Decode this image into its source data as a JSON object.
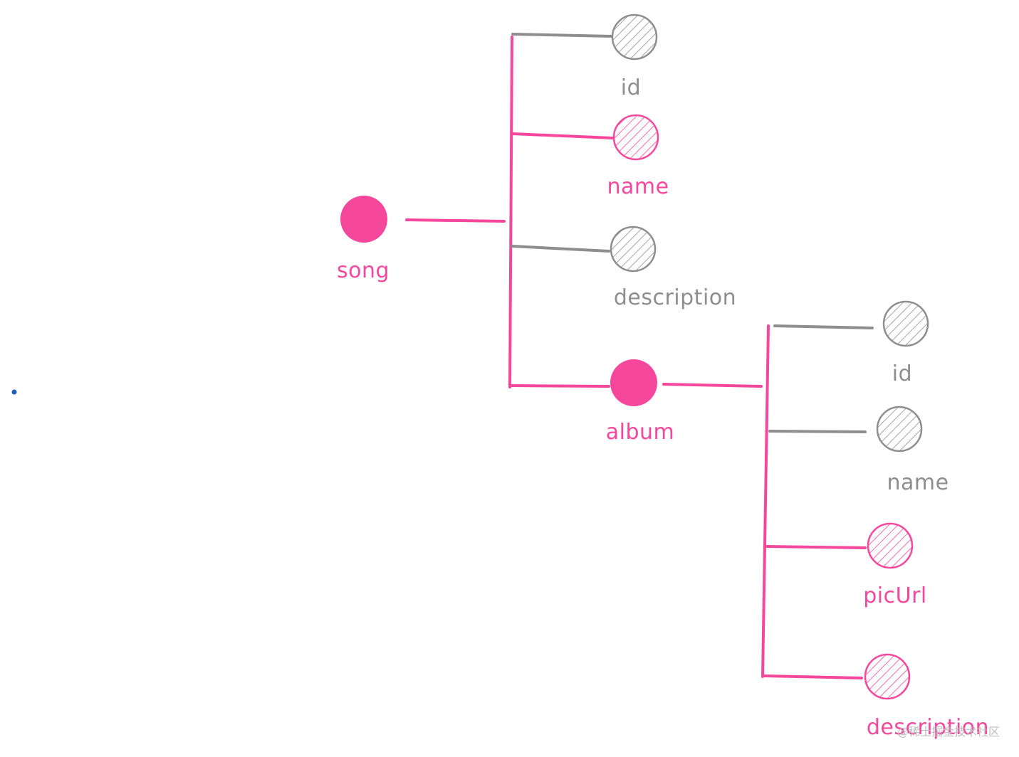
{
  "colors": {
    "pink": "#f5489d",
    "gray": "#8e8e8e",
    "bullet": "#1f5fb3",
    "watermark": "#bdbdbd"
  },
  "nodes": {
    "song": {
      "label": "song",
      "style": "filled",
      "color": "pink"
    },
    "song_id": {
      "label": "id",
      "style": "hatched",
      "color": "gray"
    },
    "song_name": {
      "label": "name",
      "style": "hatched",
      "color": "pink"
    },
    "song_description": {
      "label": "description",
      "style": "hatched",
      "color": "gray"
    },
    "album": {
      "label": "album",
      "style": "filled",
      "color": "pink"
    },
    "album_id": {
      "label": "id",
      "style": "hatched",
      "color": "gray"
    },
    "album_name": {
      "label": "name",
      "style": "hatched",
      "color": "gray"
    },
    "album_picUrl": {
      "label": "picUrl",
      "style": "hatched",
      "color": "pink"
    },
    "album_description": {
      "label": "description",
      "style": "hatched",
      "color": "pink"
    }
  },
  "edges": [
    {
      "from": "song",
      "to": "song_id",
      "color": "gray"
    },
    {
      "from": "song",
      "to": "song_name",
      "color": "pink"
    },
    {
      "from": "song",
      "to": "song_description",
      "color": "gray"
    },
    {
      "from": "song",
      "to": "album",
      "color": "pink"
    },
    {
      "from": "album",
      "to": "album_id",
      "color": "gray"
    },
    {
      "from": "album",
      "to": "album_name",
      "color": "gray"
    },
    {
      "from": "album",
      "to": "album_picUrl",
      "color": "pink"
    },
    {
      "from": "album",
      "to": "album_description",
      "color": "pink"
    }
  ],
  "watermark": "@稀土掘金技术社区"
}
